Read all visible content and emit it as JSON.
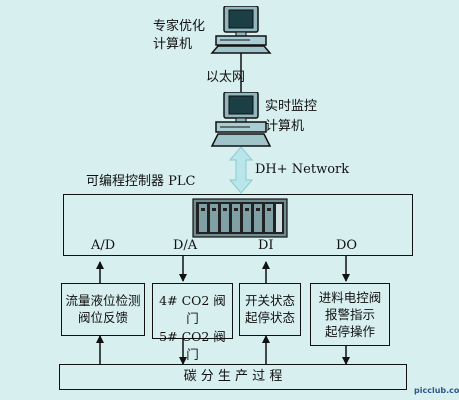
{
  "nodes": {
    "expert_pc_label": [
      "专家优化",
      "计算机"
    ],
    "ethernet_label": "以太网",
    "monitor_pc_label": [
      "实时监控",
      "计算机"
    ],
    "network_label": "DH+ Network",
    "plc_label": "可编程控制器 PLC"
  },
  "modules": {
    "ad": "A/D",
    "da": "D/A",
    "di": "DI",
    "do": "DO"
  },
  "boxes": {
    "ad_box": [
      "流量液位检测",
      "阀位反馈"
    ],
    "da_box": [
      "4# CO2 阀门",
      "5# CO2 阀门"
    ],
    "di_box": [
      "开关状态",
      "起停状态"
    ],
    "do_box": [
      "进料电控阀",
      "报警指示",
      "起停操作"
    ]
  },
  "process_label": "碳 分 生 产 过 程",
  "watermark": "picclub.com",
  "colors": {
    "background": "#d8efef",
    "line": "#111111",
    "network_arrow": "#b9e6ea",
    "screen": "#1c3f46",
    "plc_rack": "#222222"
  }
}
